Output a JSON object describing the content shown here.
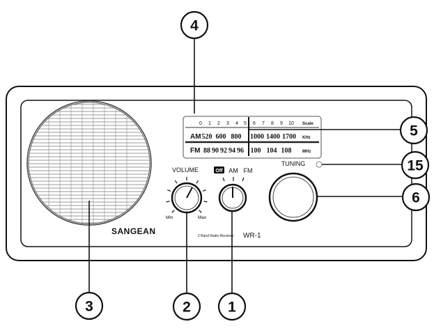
{
  "dial": {
    "scale_numbers": [
      "0",
      "1",
      "2",
      "3",
      "4",
      "5",
      "6",
      "7",
      "8",
      "9",
      "10"
    ],
    "scale_label": "Scale",
    "am": {
      "band": "AM",
      "freqs": [
        "520",
        "600",
        "800",
        "1000",
        "1400",
        "1700"
      ],
      "unit": "KHz"
    },
    "fm": {
      "band": "FM",
      "freqs": [
        "88",
        "90",
        "92",
        "94",
        "96",
        "100",
        "104",
        "108"
      ],
      "unit": "MHz"
    }
  },
  "controls": {
    "volume_label": "VOLUME",
    "volume_min": "Min",
    "volume_max": "Max",
    "off_label": "Off",
    "am_label": "AM",
    "fm_label": "FM",
    "tuning_label": "TUNING"
  },
  "brand": {
    "name": "SANGEAN",
    "model_desc": "2 Band Radio Receiver",
    "model": "WR-1"
  },
  "callouts": [
    {
      "id": "c1",
      "number": "1"
    },
    {
      "id": "c2",
      "number": "2"
    },
    {
      "id": "c3",
      "number": "3"
    },
    {
      "id": "c4",
      "number": "4"
    },
    {
      "id": "c5",
      "number": "5"
    },
    {
      "id": "c6",
      "number": "6"
    },
    {
      "id": "c15",
      "number": "15"
    }
  ],
  "colors": {
    "ink": "#111111",
    "background": "#ffffff"
  }
}
